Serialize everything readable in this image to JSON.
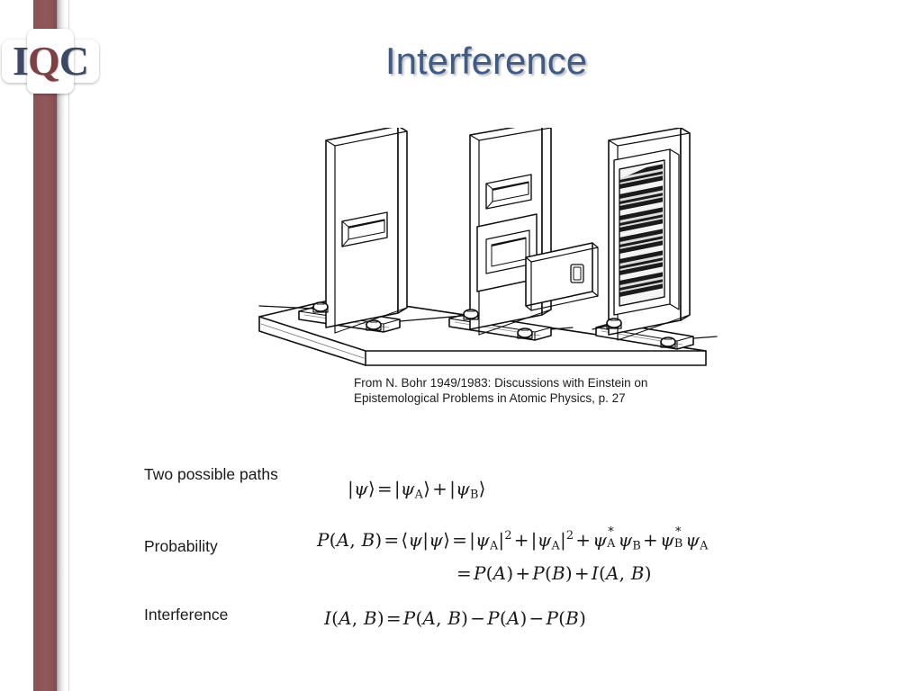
{
  "slide": {
    "title": "Interference",
    "background_color": "#ffffff",
    "title_color": "#3f5c87"
  },
  "sidebar": {
    "bar_color": "#8d5457",
    "gloss_color": "#e9e9e9"
  },
  "logo": {
    "text_full": "IQC",
    "letter_1": "I",
    "letter_2": "Q",
    "letter_3": "C",
    "text_color": "#3c4a63",
    "accent_color": "#7d4044"
  },
  "figure": {
    "name": "bohr-double-slit-apparatus",
    "description": "Line drawing of a three-screen double-slit interference apparatus mounted on a base plate",
    "parts": [
      "base-plate",
      "first-screen-single-slit",
      "middle-screen-double-slit",
      "sliding-shutter-plate",
      "detection-screen-with-fringes",
      "mounting-rails-and-bolts",
      "connecting-rods"
    ],
    "caption_line_1": "From N. Bohr 1949/1983: Discussions with Einstein on",
    "caption_line_2": "Epistemological Problems in Atomic Physics, p. 27"
  },
  "equations": [
    {
      "id": "two-possible-paths",
      "label": "Two possible paths",
      "math_plain": "|ψ⟩ = |ψA⟩ + |ψB⟩"
    },
    {
      "id": "probability",
      "label": "Probability",
      "math_plain_line_1": "P(A, B) = ⟨ψ|ψ⟩ = |ψA|² + |ψA|² + ψ*AψB + ψ*BψA",
      "math_plain_line_2": "= P(A) + P(B) + I(A, B)"
    },
    {
      "id": "interference",
      "label": "Interference",
      "math_plain": "I(A, B) = P(A, B) − P(A) − P(B)"
    }
  ],
  "symbols": {
    "psi": "ψ",
    "ket_open": "|",
    "ket_close": "⟩",
    "bra_open": "⟨",
    "plus": "+",
    "minus": "−",
    "equals": "=",
    "star": "*",
    "sub_a": "A",
    "sub_b": "B",
    "sup_two": "2",
    "p_letter": "P",
    "i_letter": "I",
    "a_letter": "A",
    "b_letter": "B",
    "paren_open": "(",
    "paren_close": ")",
    "comma": ","
  }
}
